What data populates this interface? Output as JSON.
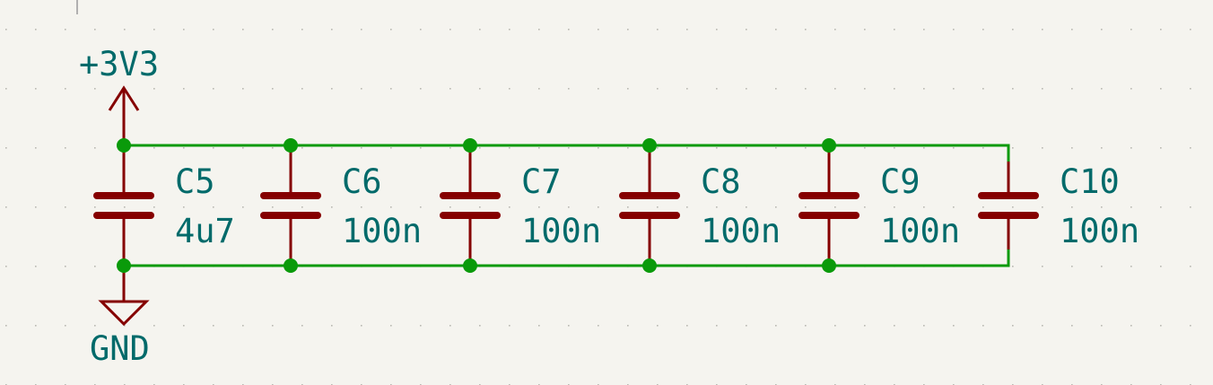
{
  "power": {
    "supply_label": "+3V3",
    "ground_label": "GND"
  },
  "capacitors": [
    {
      "ref": "C5",
      "value": "4u7"
    },
    {
      "ref": "C6",
      "value": "100n"
    },
    {
      "ref": "C7",
      "value": "100n"
    },
    {
      "ref": "C8",
      "value": "100n"
    },
    {
      "ref": "C9",
      "value": "100n"
    },
    {
      "ref": "C10",
      "value": "100n"
    }
  ],
  "colors": {
    "background": "#f5f4ef",
    "wire": "#0a9a0a",
    "component": "#850000",
    "label": "#006a6a"
  }
}
